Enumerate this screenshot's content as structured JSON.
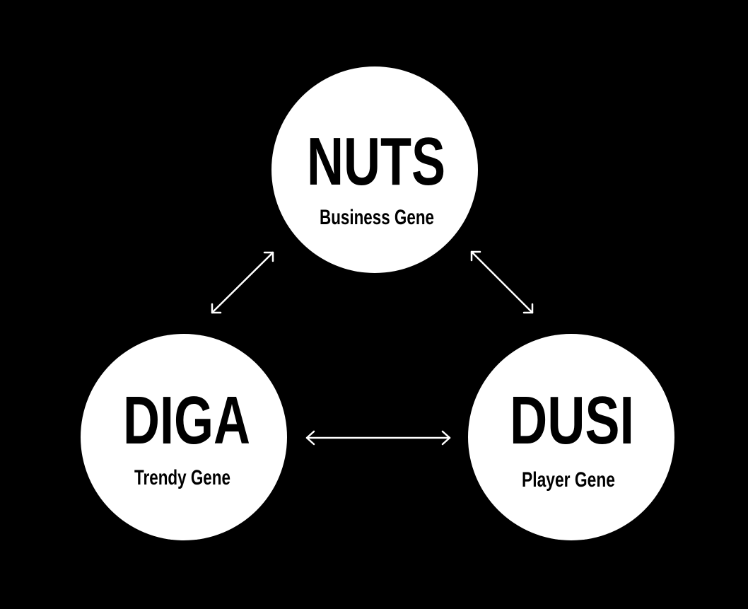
{
  "diagram": {
    "background_color": "#000000",
    "node_color": "#ffffff",
    "text_color": "#000000",
    "arrow_color": "#ffffff",
    "nodes": [
      {
        "id": "nuts",
        "title": "NUTS",
        "subtitle": "Business Gene"
      },
      {
        "id": "diga",
        "title": "DIGA",
        "subtitle": "Trendy Gene"
      },
      {
        "id": "dusi",
        "title": "DUSI",
        "subtitle": "Player Gene"
      }
    ],
    "edges": [
      {
        "from": "nuts",
        "to": "diga",
        "direction": "both"
      },
      {
        "from": "nuts",
        "to": "dusi",
        "direction": "both"
      },
      {
        "from": "diga",
        "to": "dusi",
        "direction": "both"
      }
    ]
  }
}
